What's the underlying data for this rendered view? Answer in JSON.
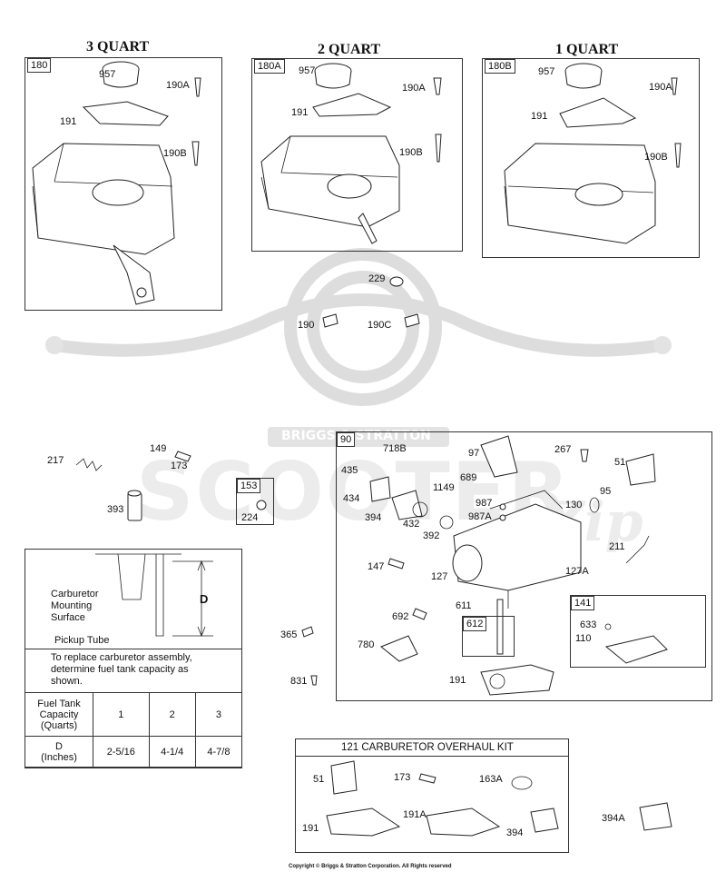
{
  "titles": {
    "q3": "3 QUART",
    "q2": "2 QUART",
    "q1": "1 QUART"
  },
  "tags": {
    "b180": "180",
    "b180a": "180A",
    "b180b": "180B",
    "b90": "90",
    "b153": "153",
    "b141": "141",
    "b612": "612"
  },
  "tank3": {
    "cap": "957",
    "bolt_a": "190A",
    "gasket": "191",
    "bolt_b": "190B"
  },
  "tank2": {
    "cap": "957",
    "bolt_a": "190A",
    "gasket": "191",
    "bolt_b": "190B"
  },
  "tank1": {
    "cap": "957",
    "bolt_a": "190A",
    "gasket": "191",
    "bolt_b": "190B"
  },
  "misc": {
    "washer": "229",
    "bolt": "190",
    "bolt_c": "190C",
    "spring": "217",
    "p149": "149",
    "p173": "173",
    "p393": "393",
    "p224": "224",
    "p365": "365",
    "p831": "831"
  },
  "carb": {
    "p718b": "718B",
    "p97": "97",
    "p267": "267",
    "p51": "51",
    "p435": "435",
    "p689": "689",
    "p1149": "1149",
    "p434": "434",
    "p987": "987",
    "p987a": "987A",
    "p130": "130",
    "p95": "95",
    "p394": "394",
    "p432": "432",
    "p392": "392",
    "p211": "211",
    "p147": "147",
    "p127": "127",
    "p127a": "127A",
    "p611": "611",
    "p692": "692",
    "p780": "780",
    "p633": "633",
    "p110": "110",
    "p191": "191"
  },
  "spec": {
    "carb_mount_1": "Carburetor",
    "carb_mount_2": "Mounting",
    "carb_mount_3": "Surface",
    "d_label": "D",
    "pickup": "Pickup Tube",
    "note_1": "To replace carburetor assembly,",
    "note_2": "determine fuel tank capacity as",
    "note_3": "shown.",
    "cap_h1": "Fuel Tank",
    "cap_h2": "Capacity",
    "cap_h3": "(Quarts)",
    "q1": "1",
    "q2": "2",
    "q3": "3",
    "d_h1": "D",
    "d_h2": "(Inches)",
    "d1": "2-5/16",
    "d2": "4-1/4",
    "d3": "4-7/8"
  },
  "kit": {
    "title": "121 CARBURETOR OVERHAUL KIT",
    "p51": "51",
    "p173": "173",
    "p163a": "163A",
    "p191": "191",
    "p191a": "191A",
    "p394": "394",
    "p394a": "394A"
  },
  "watermark": {
    "word": "SCOOTER",
    "sub": "BRIGGS & STRATTON",
    "script": "Zip"
  },
  "copyright": "Copyright © Briggs & Stratton Corporation. All Rights reserved"
}
